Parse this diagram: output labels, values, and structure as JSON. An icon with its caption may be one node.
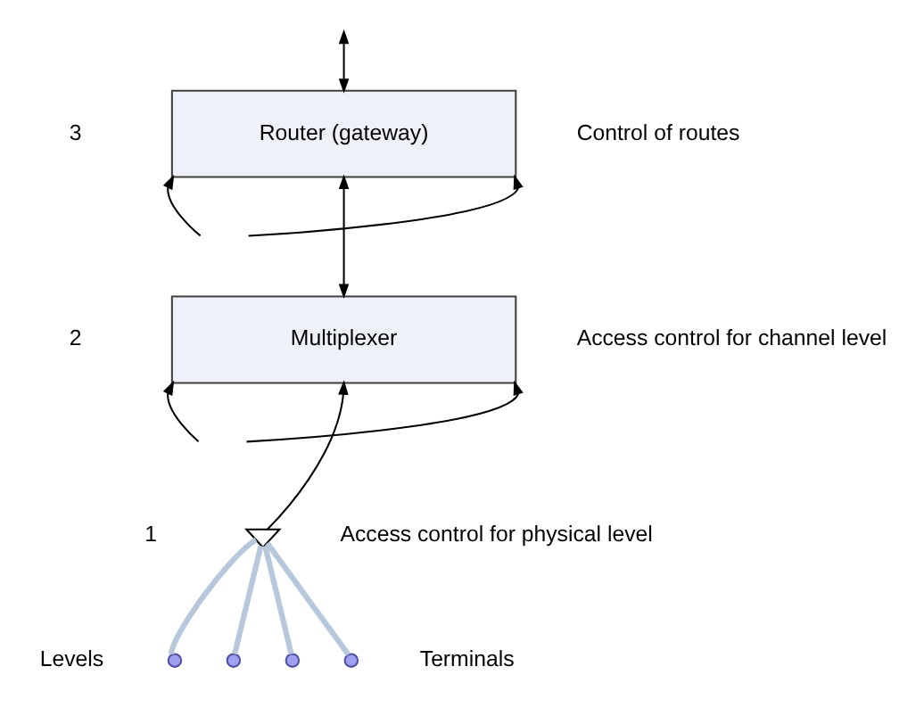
{
  "diagram": {
    "nodes": [
      {
        "text": [
          "Router (gateway)"
        ]
      },
      {
        "text": [
          "Multiplexer"
        ]
      },
      {
        "text": [],
        "shape": "antenna"
      },
      {
        "text": [],
        "shape": "circle"
      },
      {
        "text": [],
        "shape": "circle"
      },
      {
        "text": [],
        "shape": "circle"
      },
      {
        "text": [],
        "shape": "circle"
      }
    ],
    "edges": [
      {
        "from": null,
        "to": 0,
        "arrow": "to"
      },
      {
        "from": null,
        "to": 0,
        "arrow": "to"
      },
      {
        "from": null,
        "to": 0,
        "arrow": "both"
      },
      {
        "from": 0,
        "to": 1,
        "arrow": "both"
      },
      {
        "from": null,
        "to": 1,
        "arrow": "to"
      },
      {
        "from": null,
        "to": 1,
        "arrow": "to"
      },
      {
        "from": 2,
        "to": 1,
        "arrow": "to"
      },
      {
        "from": 2,
        "to": 3,
        "arrow": "none",
        "style": "thick",
        "color": "#b8c8dc"
      },
      {
        "from": 2,
        "to": 4,
        "arrow": "none",
        "style": "thick",
        "color": "#b8c8dc"
      },
      {
        "from": 2,
        "to": 5,
        "arrow": "none",
        "style": "thick",
        "color": "#b8c8dc"
      },
      {
        "from": 2,
        "to": 6,
        "arrow": "none",
        "style": "thick",
        "color": "#b8c8dc"
      }
    ],
    "labels": [
      "3",
      "Control of routes",
      "Access control for channel level",
      "2",
      "Access control for physical level",
      "1",
      "Levels",
      "Terminals"
    ]
  }
}
